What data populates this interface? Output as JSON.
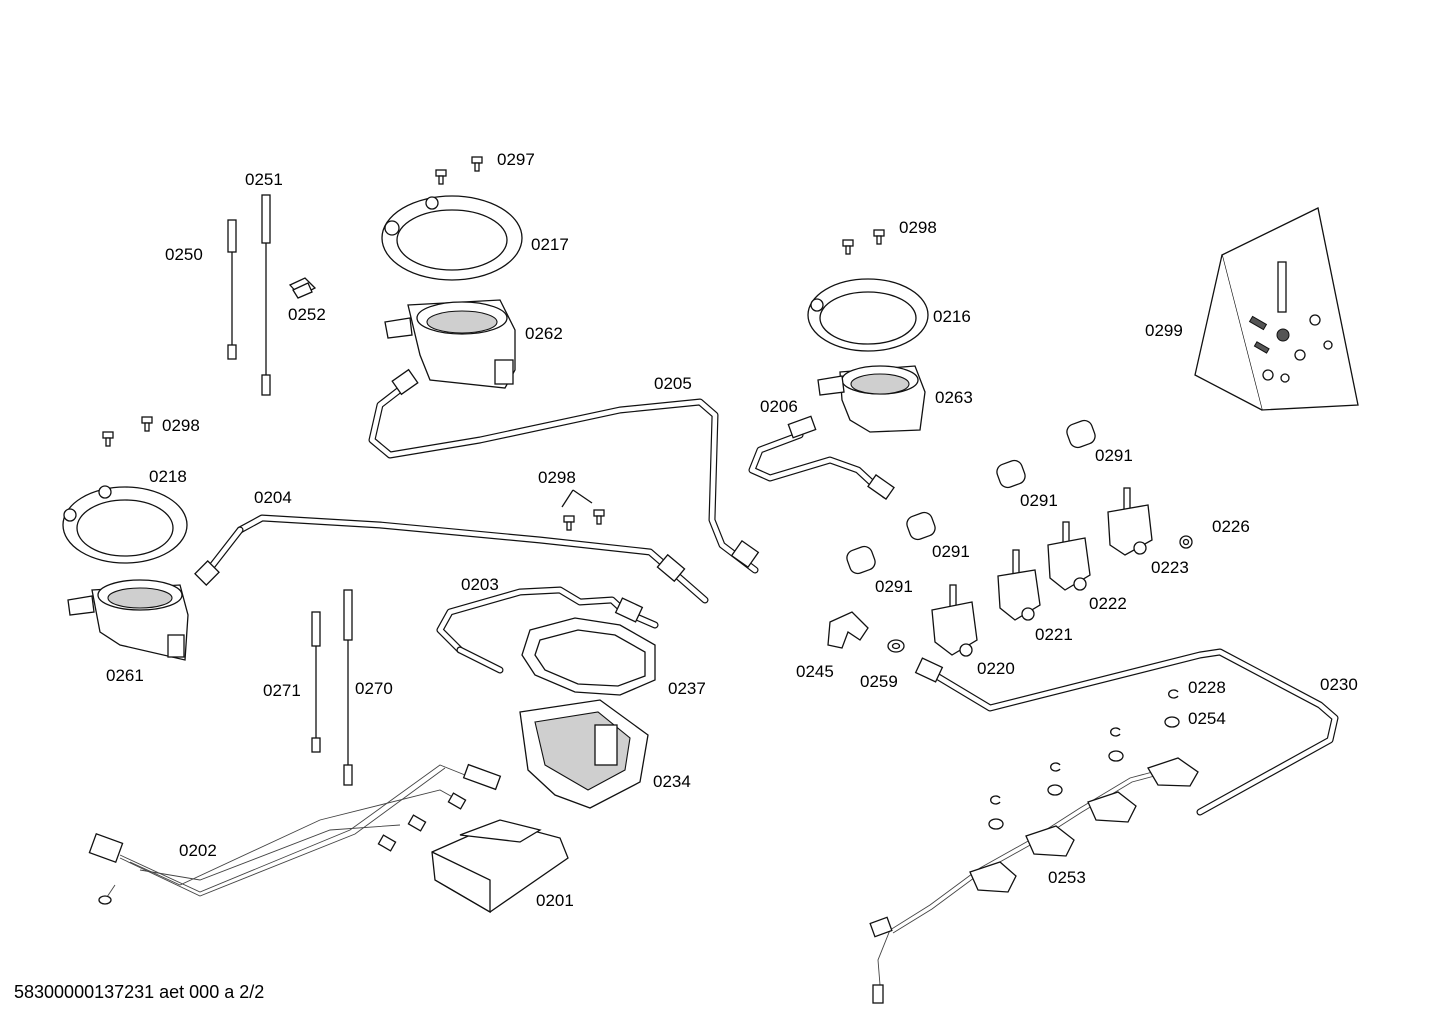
{
  "labels": [
    {
      "id": "p0297",
      "text": "0297"
    },
    {
      "id": "p0251",
      "text": "0251"
    },
    {
      "id": "p0217",
      "text": "0217"
    },
    {
      "id": "p0250",
      "text": "0250"
    },
    {
      "id": "p0252",
      "text": "0252"
    },
    {
      "id": "p0262",
      "text": "0262"
    },
    {
      "id": "p0298a",
      "text": "0298"
    },
    {
      "id": "p0216",
      "text": "0216"
    },
    {
      "id": "p0299",
      "text": "0299"
    },
    {
      "id": "p0205",
      "text": "0205"
    },
    {
      "id": "p0263",
      "text": "0263"
    },
    {
      "id": "p0206",
      "text": "0206"
    },
    {
      "id": "p0298b",
      "text": "0298"
    },
    {
      "id": "p0218",
      "text": "0218"
    },
    {
      "id": "p0291a",
      "text": "0291"
    },
    {
      "id": "p0204",
      "text": "0204"
    },
    {
      "id": "p0298c",
      "text": "0298"
    },
    {
      "id": "p0291b",
      "text": "0291"
    },
    {
      "id": "p0226",
      "text": "0226"
    },
    {
      "id": "p0291c",
      "text": "0291"
    },
    {
      "id": "p0223",
      "text": "0223"
    },
    {
      "id": "p0203",
      "text": "0203"
    },
    {
      "id": "p0291d",
      "text": "0291"
    },
    {
      "id": "p0222",
      "text": "0222"
    },
    {
      "id": "p0221",
      "text": "0221"
    },
    {
      "id": "p0261",
      "text": "0261"
    },
    {
      "id": "p0237",
      "text": "0237"
    },
    {
      "id": "p0271",
      "text": "0271"
    },
    {
      "id": "p0270",
      "text": "0270"
    },
    {
      "id": "p0245",
      "text": "0245"
    },
    {
      "id": "p0220",
      "text": "0220"
    },
    {
      "id": "p0259",
      "text": "0259"
    },
    {
      "id": "p0230",
      "text": "0230"
    },
    {
      "id": "p0228",
      "text": "0228"
    },
    {
      "id": "p0254",
      "text": "0254"
    },
    {
      "id": "p0234",
      "text": "0234"
    },
    {
      "id": "p0202",
      "text": "0202"
    },
    {
      "id": "p0253",
      "text": "0253"
    },
    {
      "id": "p0201",
      "text": "0201"
    }
  ],
  "footer": "58300000137231 aet 000 a 2/2"
}
